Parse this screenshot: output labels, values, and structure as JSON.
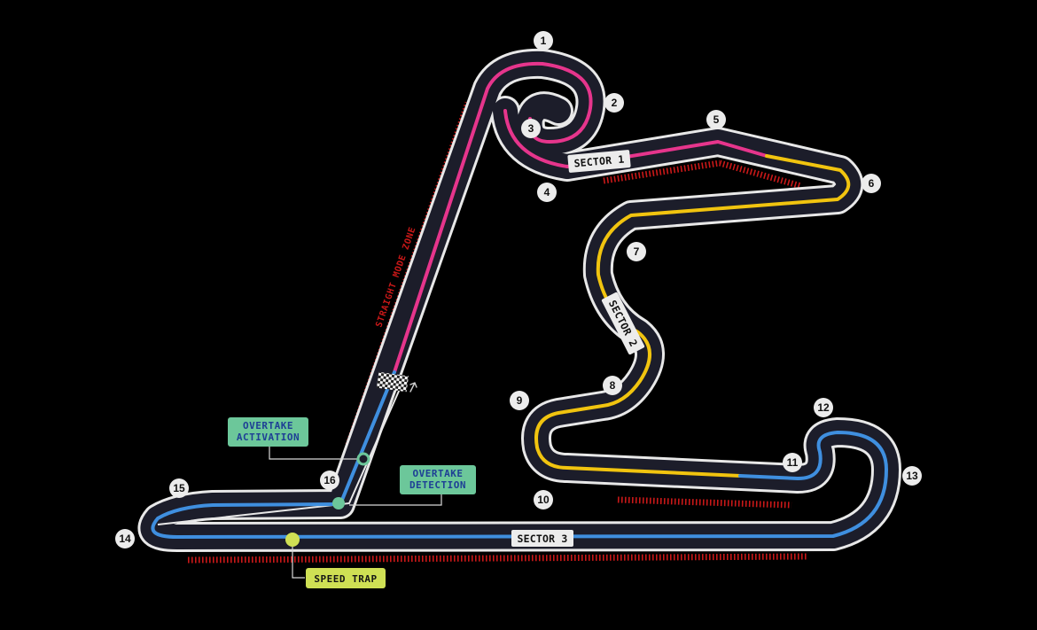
{
  "colors": {
    "background": "#000000",
    "track_outline": "#e8e8e8",
    "asphalt": "#1c1d2a",
    "sector1": "#e6358c",
    "sector2": "#f1c40f",
    "sector3": "#3f8fdf",
    "drs_zone": "#c91818",
    "overtake": "#6cc79a",
    "overtake_text": "#1e3f95",
    "speed_trap": "#cfe054",
    "label_bg": "#ececec"
  },
  "turns": [
    "1",
    "2",
    "3",
    "4",
    "5",
    "6",
    "7",
    "8",
    "9",
    "10",
    "11",
    "12",
    "13",
    "14",
    "15",
    "16"
  ],
  "sectors": {
    "s1": "SECTOR 1",
    "s2": "SECTOR 2",
    "s3": "SECTOR 3"
  },
  "callouts": {
    "activation_line1": "OVERTAKE",
    "activation_line2": "ACTIVATION",
    "detection_line1": "OVERTAKE",
    "detection_line2": "DETECTION",
    "speed_trap": "SPEED TRAP"
  },
  "straight_mode_zone": "STRAIGHT MODE ZONE",
  "icons": {
    "start_finish": "checkered-flag-icon",
    "direction": "arrow-icon"
  }
}
